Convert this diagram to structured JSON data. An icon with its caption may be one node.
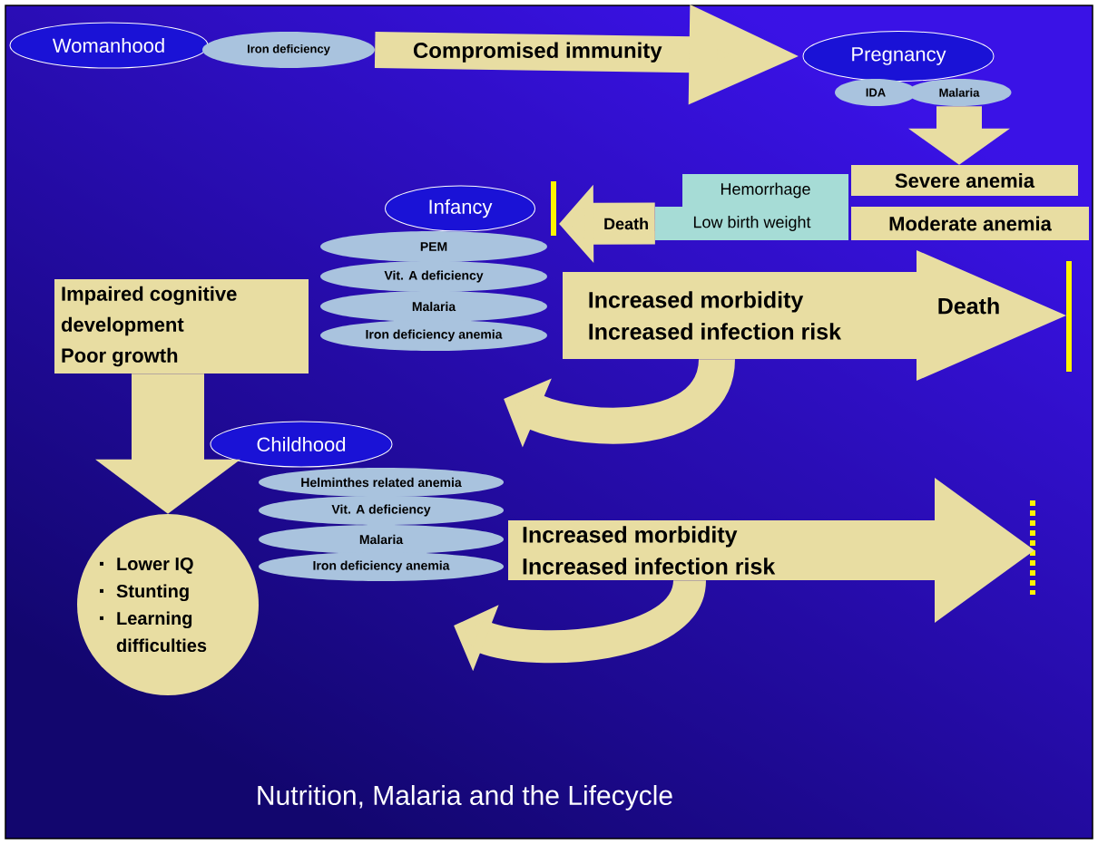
{
  "diagram": {
    "title": "Nutrition, Malaria and the Lifecycle",
    "nodes": [
      {
        "text": [
          "Womanhood"
        ]
      },
      {
        "text": [
          "Iron deficiency"
        ]
      },
      {
        "text": [
          "Pregnancy"
        ]
      },
      {
        "text": [
          "IDA"
        ]
      },
      {
        "text": [
          "Malaria"
        ]
      },
      {
        "text": [
          "Severe anemia"
        ]
      },
      {
        "text": [
          "Moderate anemia"
        ]
      },
      {
        "text": [
          "Hemorrhage"
        ]
      },
      {
        "text": [
          "Low birth weight"
        ]
      },
      {
        "text": [
          "Infancy"
        ]
      },
      {
        "text": [
          "PEM"
        ]
      },
      {
        "text": [
          "Vit. A deficiency"
        ]
      },
      {
        "text": [
          "Malaria"
        ]
      },
      {
        "text": [
          "Iron deficiency anemia"
        ]
      },
      {
        "text": [
          "Increased morbidity",
          "Increased infection risk",
          "Death"
        ]
      },
      {
        "text": [
          "Impaired cognitive development",
          "Poor growth"
        ]
      },
      {
        "text": [
          "Childhood"
        ]
      },
      {
        "text": [
          "Helminthes related anemia"
        ]
      },
      {
        "text": [
          "Vit. A deficiency"
        ]
      },
      {
        "text": [
          "Malaria"
        ]
      },
      {
        "text": [
          "Iron deficiency anemia"
        ]
      },
      {
        "text": [
          "Increased morbidity",
          "Increased infection risk"
        ]
      },
      {
        "text": [
          "Lower IQ",
          "Stunting",
          "Learning difficulties"
        ]
      }
    ],
    "edges": [
      {
        "from": 1,
        "to": 2,
        "arrow": "to",
        "label": "Compromised immunity"
      },
      {
        "from": 8,
        "to": null,
        "arrow": "to",
        "label": "Death"
      },
      {
        "from": 4,
        "to": 5,
        "arrow": "to"
      },
      {
        "from": 15,
        "to": 22,
        "arrow": "to"
      },
      {
        "from": 14,
        "to": null,
        "arrow": "to"
      },
      {
        "from": 21,
        "to": null,
        "arrow": "to"
      }
    ]
  }
}
